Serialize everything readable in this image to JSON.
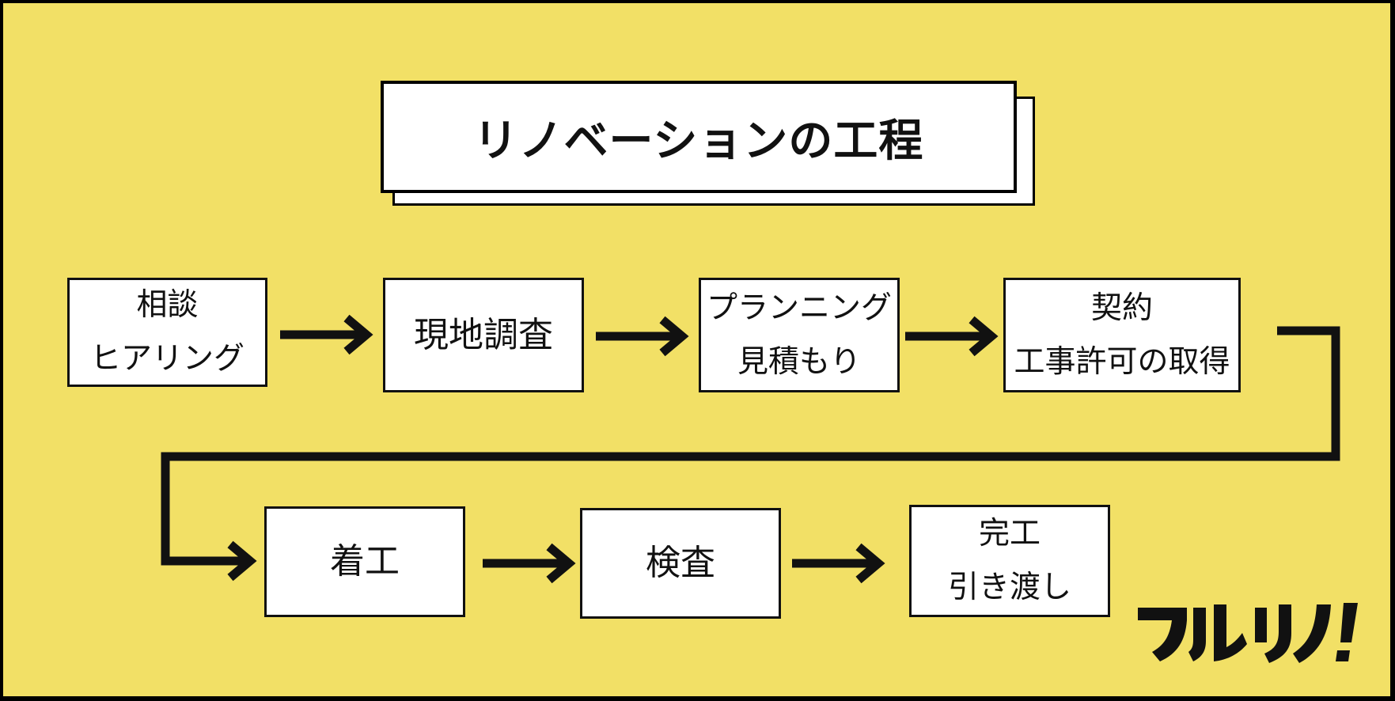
{
  "title": "リノベーションの工程",
  "steps": [
    {
      "lines": [
        "相談",
        "ヒアリング"
      ]
    },
    {
      "lines": [
        "現地調査"
      ]
    },
    {
      "lines": [
        "プランニング",
        "見積もり"
      ]
    },
    {
      "lines": [
        "契約",
        "工事許可の取得"
      ]
    },
    {
      "lines": [
        "着工"
      ]
    },
    {
      "lines": [
        "検査"
      ]
    },
    {
      "lines": [
        "完工",
        "引き渡し"
      ]
    }
  ],
  "colors": {
    "background": "#f2e066",
    "box": "#ffffff",
    "stroke": "#111111"
  },
  "logo": {
    "text": "フルリノ!"
  }
}
